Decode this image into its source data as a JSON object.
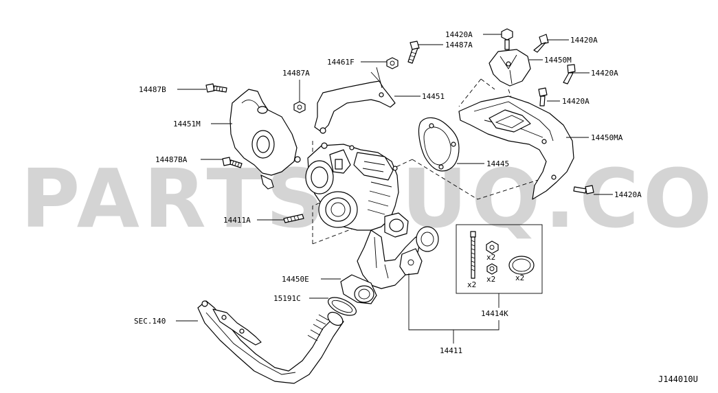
{
  "watermark": "PARTSOUQ.COM",
  "diagram_code": "J144010U",
  "labels": {
    "p14420A_1": "14420A",
    "p14487A_top": "14487A",
    "p14420A_2": "14420A",
    "p14461F": "14461F",
    "p14450M": "14450M",
    "p14487A_mid": "14487A",
    "p14420A_3": "14420A",
    "p14487B": "14487B",
    "p14451": "14451",
    "p14420A_4": "14420A",
    "p14451M": "14451M",
    "p14450MA": "14450MA",
    "p14487BA": "14487BA",
    "p14445": "14445",
    "p14420A_5": "14420A",
    "p14411A": "14411A",
    "p14450E": "14450E",
    "p15191C": "15191C",
    "sec140": "SEC.140",
    "p14414K": "14414K",
    "p14411": "14411",
    "qty_stud": "x2",
    "qty_nut": "x2",
    "qty_washer": "x2",
    "qty_gasket": "x2"
  }
}
